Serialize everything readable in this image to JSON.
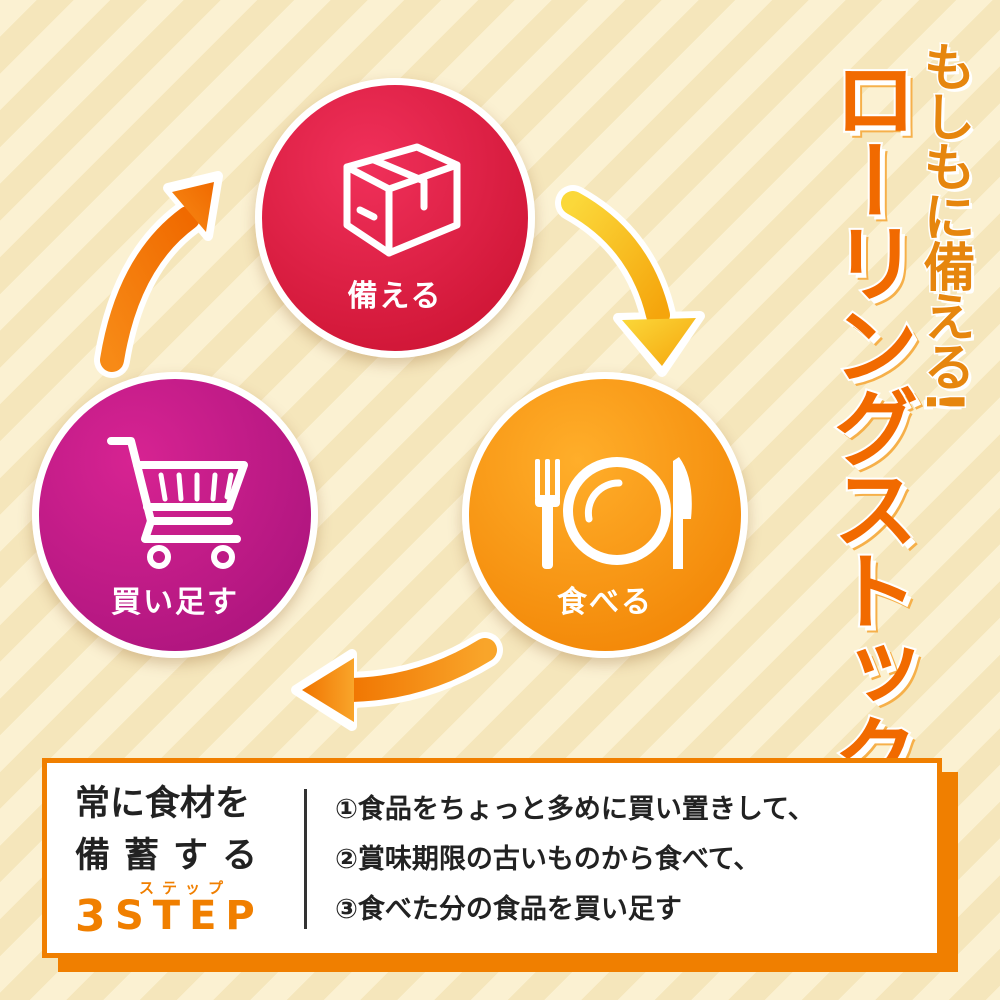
{
  "title": {
    "main": "ローリングストック",
    "sub": "もしもに備える!"
  },
  "cycle": {
    "prepare": {
      "label": "備える",
      "icon": "box-icon",
      "color": "#d81a3c"
    },
    "eat": {
      "label": "食べる",
      "icon": "plate-fork-knife-icon",
      "color": "#f58a00"
    },
    "buy": {
      "label": "買い足す",
      "icon": "shopping-cart-icon",
      "color": "#bb1586"
    }
  },
  "info": {
    "heading_line1": "常に食材を",
    "heading_line2": "備蓄する",
    "step_number": "3",
    "step_word": "STEP",
    "step_ruby": "ステップ",
    "steps": [
      "①食品をちょっと多めに買い置きして、",
      "②賞味期限の古いものから食べて、",
      "③食べた分の食品を買い足す"
    ]
  },
  "colors": {
    "accent_orange": "#f07f00",
    "arrow_yellow": "#f7bd18",
    "background": "#fbf1d2"
  }
}
